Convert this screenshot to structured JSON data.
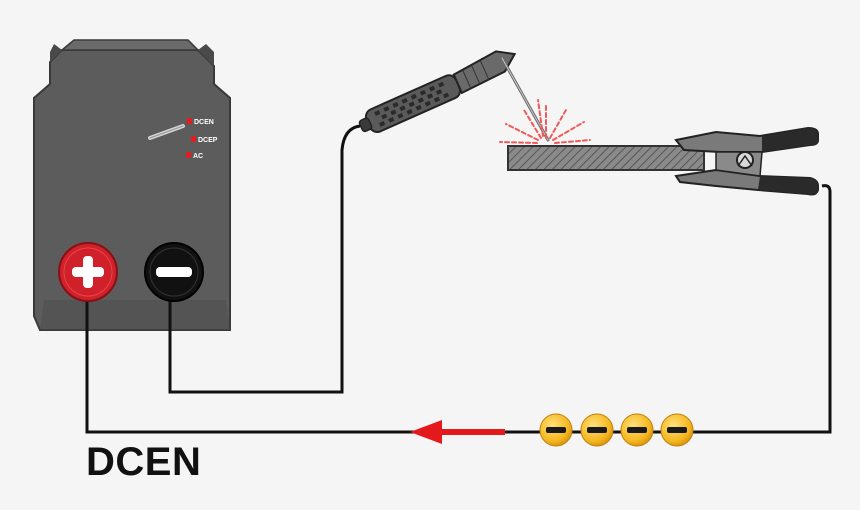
{
  "diagram": {
    "caption": "DCEN",
    "machine": {
      "modes": [
        "DCEN",
        "DCEP",
        "AC"
      ],
      "positive_terminal_icon": "plus-icon",
      "negative_terminal_icon": "minus-icon"
    },
    "electron_icons": [
      "minus-icon",
      "minus-icon",
      "minus-icon",
      "minus-icon"
    ],
    "flow_arrow_direction": "left",
    "colors": {
      "background": "#f5f5f5",
      "machine_body": "#5c5c5c",
      "positive_terminal": "#d0202a",
      "negative_terminal": "#111111",
      "indicator_led": "#e02020",
      "cable": "#111111",
      "flow_arrow": "#e4191c",
      "electron": "#f5b820",
      "sparks": "#f05a5a",
      "workpiece": "#8a8a8a"
    }
  }
}
